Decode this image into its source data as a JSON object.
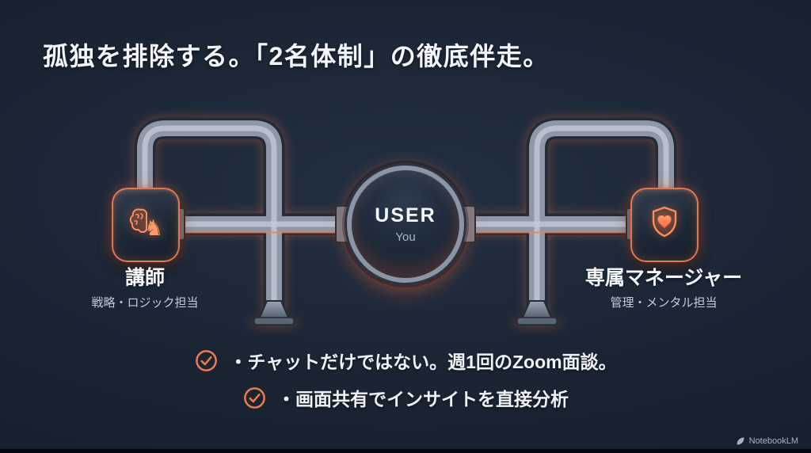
{
  "title": "孤独を排除する。「2名体制」の徹底伴走。",
  "diagram": {
    "center": {
      "label": "USER",
      "sublabel": "You"
    },
    "left": {
      "title": "講師",
      "subtitle": "戦略・ロジック担当",
      "icon": "brain-chess-icon"
    },
    "right": {
      "title": "専属マネージャー",
      "subtitle": "管理・メンタル担当",
      "icon": "shield-heart-icon"
    }
  },
  "bullets": [
    "・チャットだけではない。週1回のZoom面談。",
    "・画面共有でインサイトを直接分析"
  ],
  "footer": {
    "watermark": "NotebookLM"
  },
  "icons": {
    "bullet": "check-circle-icon",
    "watermark": "notebooklm-logo-icon"
  },
  "colors": {
    "background": "#1a2433",
    "accent": "#ee7a49",
    "pipe_metal": "#8e98a7",
    "text_primary": "#f2f5f9",
    "text_secondary": "#c3ccd6"
  }
}
